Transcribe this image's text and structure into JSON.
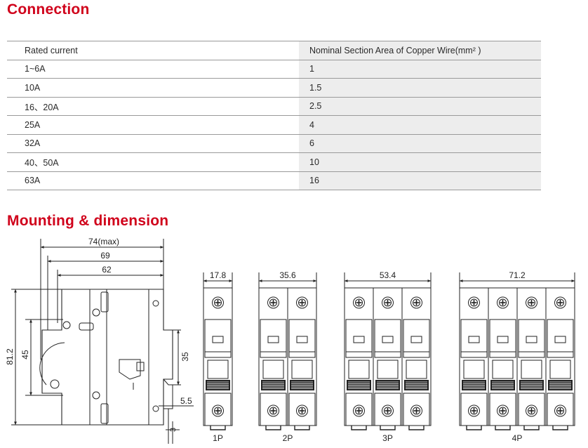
{
  "connection": {
    "title": "Connection",
    "headers": [
      "Rated current",
      "Nominal Section Area of Copper Wire(mm² )"
    ],
    "rows": [
      [
        "1~6A",
        "1"
      ],
      [
        "10A",
        "1.5"
      ],
      [
        "16、20A",
        "2.5"
      ],
      [
        "25A",
        "4"
      ],
      [
        "32A",
        "6"
      ],
      [
        "40、50A",
        "10"
      ],
      [
        "63A",
        "16"
      ]
    ]
  },
  "mounting": {
    "title": "Mounting & dimension",
    "side_view": {
      "dim_max": "74(max)",
      "dim_69": "69",
      "dim_62": "62",
      "dim_height": "81.2",
      "dim_45": "45",
      "dim_35": "35",
      "dim_5_5": "5.5",
      "dim_3": "3"
    },
    "poles": [
      {
        "label": "1P",
        "width": "17.8",
        "count": 1
      },
      {
        "label": "2P",
        "width": "35.6",
        "count": 2
      },
      {
        "label": "3P",
        "width": "53.4",
        "count": 3
      },
      {
        "label": "4P",
        "width": "71.2",
        "count": 4
      }
    ]
  }
}
